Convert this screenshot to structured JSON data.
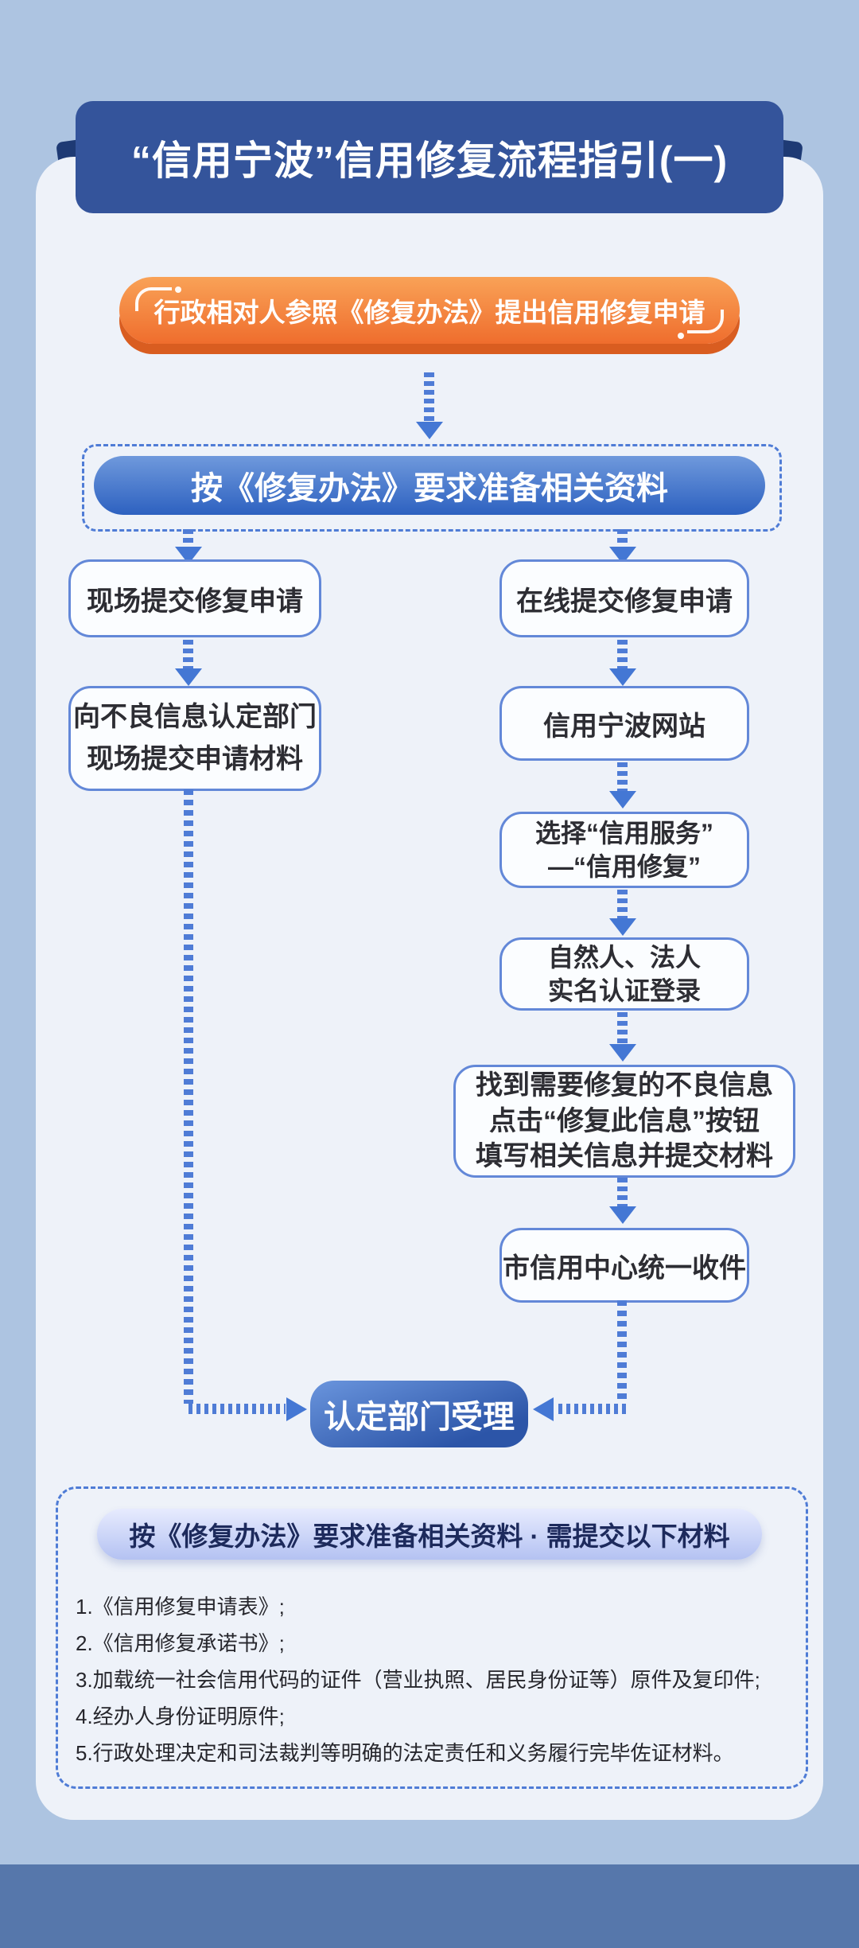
{
  "title": "“信用宁波”信用修复流程指引(一)",
  "flow": {
    "start": "行政相对人参照《修复办法》提出信用修复申请",
    "prepare": "按《修复办法》要求准备相关资料",
    "offline": {
      "submit_onsite": "现场提交修复申请",
      "dept_line1": "向不良信息认定部门",
      "dept_line2": "现场提交申请材料"
    },
    "online": {
      "submit_online": "在线提交修复申请",
      "website": "信用宁波网站",
      "select_line1": "选择“信用服务”",
      "select_line2": "—“信用修复”",
      "login_line1": "自然人、法人",
      "login_line2": "实名认证登录",
      "find_line1": "找到需要修复的不良信息",
      "find_line2": "点击“修复此信息”按钮",
      "find_line3": "填写相关信息并提交材料",
      "center": "市信用中心统一收件"
    },
    "accept": "认定部门受理"
  },
  "materials": {
    "header": "按《修复办法》要求准备相关资料 · 需提交以下材料",
    "items": [
      "1.《信用修复申请表》;",
      "2.《信用修复承诺书》;",
      "3.加载统一社会信用代码的证件（营业执照、居民身份证等）原件及复印件;",
      "4.经办人身份证明原件;",
      "5.行政处理决定和司法裁判等明确的法定责任和义务履行完毕佐证材料。"
    ]
  },
  "colors": {
    "page_bg": "#adc4e1",
    "card_bg": "#eef2f9",
    "banner_blue": "#34549b",
    "accent_orange": "#ef6d2d",
    "flow_blue": "#4f7cd6",
    "button_blue": "#2c55a8"
  }
}
